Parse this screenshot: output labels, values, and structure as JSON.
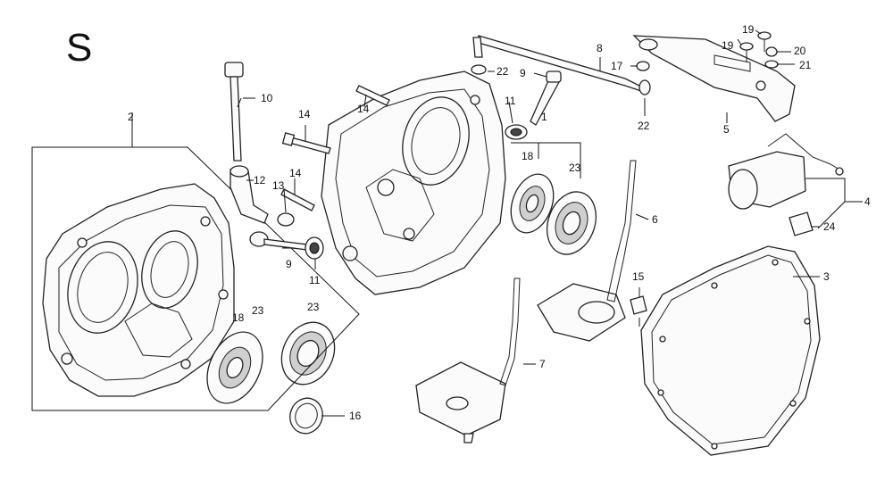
{
  "section_letter": "S",
  "callouts": {
    "c1": "1",
    "c2": "2",
    "c3": "3",
    "c4": "4",
    "c5": "5",
    "c6": "6",
    "c7": "7",
    "c8": "8",
    "c9a": "9",
    "c9b": "9",
    "c10": "10",
    "c11a": "11",
    "c11b": "11",
    "c12": "12",
    "c13": "13",
    "c14a": "14",
    "c14b": "14",
    "c14c": "14",
    "c15": "15",
    "c16": "16",
    "c17": "17",
    "c18a": "18",
    "c18b": "18",
    "c19a": "19",
    "c19b": "19",
    "c20": "20",
    "c21": "21",
    "c22a": "22",
    "c22b": "22",
    "c23a": "23",
    "c23b": "23",
    "c23c": "23",
    "c24": "24"
  }
}
